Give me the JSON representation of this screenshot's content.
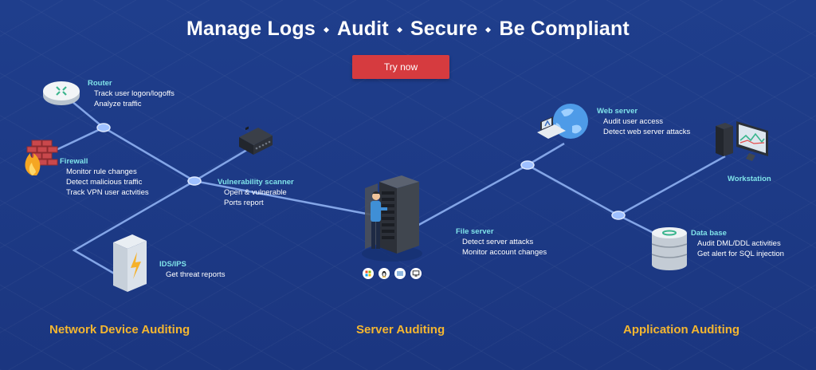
{
  "headline": {
    "part1": "Manage Logs",
    "part2": "Audit",
    "part3": "Secure",
    "part4": "Be Compliant"
  },
  "cta": {
    "label": "Try now",
    "color": "#d63b3f"
  },
  "colors": {
    "background": "#1d3a86",
    "title_accent": "#7fe3e9",
    "section_accent": "#f4b630",
    "line": "#8fb1f2"
  },
  "nodes": {
    "router": {
      "title": "Router",
      "desc1": "Track user logon/logoffs",
      "desc2": "Analyze traffic",
      "icon": "router-icon"
    },
    "firewall": {
      "title": "Firewall",
      "desc1": "Monitor rule changes",
      "desc2": "Detect malicious traffic",
      "desc3": "Track VPN user actvities",
      "icon": "firewall-icon"
    },
    "scanner": {
      "title": "Vulnerability scanner",
      "desc1": "Open & vulnerable",
      "desc2": "Ports report",
      "icon": "scanner-device-icon"
    },
    "ids": {
      "title": "IDS/IPS",
      "desc1": "Get threat reports",
      "icon": "ids-ips-icon"
    },
    "fileserver": {
      "title": "File server",
      "desc1": "Detect server attacks",
      "desc2": "Monitor account changes",
      "icon": "server-rack-icon"
    },
    "webserver": {
      "title": "Web server",
      "desc1": "Audit user access",
      "desc2": "Detect web server attacks",
      "icon": "web-server-icon"
    },
    "workstation": {
      "title": "Workstation",
      "icon": "workstation-icon"
    },
    "database": {
      "title": "Data base",
      "desc1": "Audit DML/DDL activities",
      "desc2": "Get alert for SQL injection",
      "icon": "database-icon"
    }
  },
  "os_icons": [
    "windows-icon",
    "linux-icon",
    "ibm-icon",
    "unix-icon"
  ],
  "sections": {
    "network": "Network Device Auditing",
    "server": "Server Auditing",
    "application": "Application Auditing"
  }
}
